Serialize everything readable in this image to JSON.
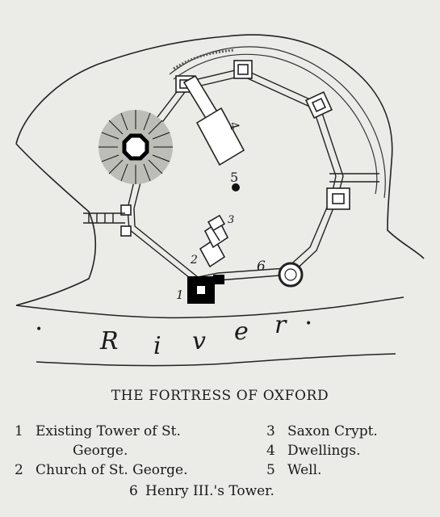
{
  "plan": {
    "river_letters": [
      "R",
      "i",
      "v",
      "e",
      "r"
    ],
    "marker_numbers": [
      "1",
      "2",
      "3",
      "4",
      "5",
      "6"
    ]
  },
  "caption": "THE FORTRESS OF OXFORD",
  "legend": [
    {
      "num": "1",
      "text_line1": "Existing Tower of St.",
      "text_line2": "George."
    },
    {
      "num": "2",
      "text": "Church of St. George."
    },
    {
      "num": "3",
      "text": "Saxon Crypt."
    },
    {
      "num": "4",
      "text": "Dwellings."
    },
    {
      "num": "5",
      "text": "Well."
    },
    {
      "num": "6",
      "text": "Henry III.'s Tower."
    }
  ]
}
